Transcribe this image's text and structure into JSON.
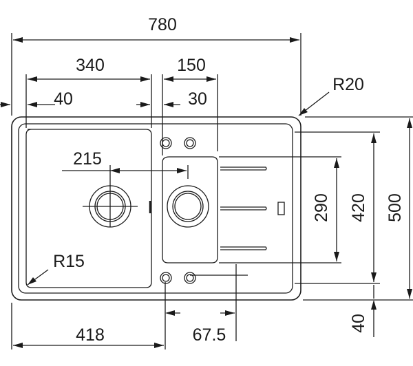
{
  "drawing": {
    "dimensions": {
      "overall_width": "780",
      "left_bowl_span": "340",
      "right_bowl_span": "150",
      "left_offset": "40",
      "divider_offset": "30",
      "corner_radius_outer": "R20",
      "left_drain_center": "215",
      "corner_radius_inner": "R15",
      "left_bowl_width": "418",
      "right_drain_offset": "67.5",
      "drainer_height": "290",
      "inner_height": "420",
      "overall_height": "500",
      "bottom_offset": "40"
    }
  }
}
